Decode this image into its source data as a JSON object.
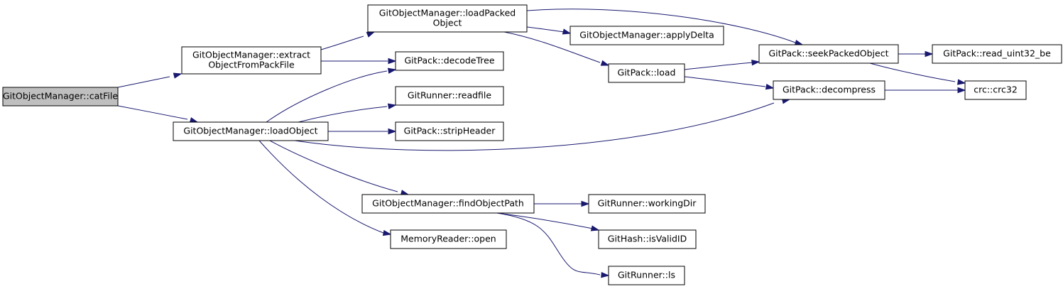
{
  "diagram": {
    "nodes": [
      {
        "id": "catFile",
        "name": "node-catfile",
        "lines": [
          "GitObjectManager::catFile"
        ],
        "root": true
      },
      {
        "id": "extract",
        "name": "node-extract-object-from-pack-file",
        "lines": [
          "GitObjectManager::extract",
          "ObjectFromPackFile"
        ]
      },
      {
        "id": "loadObject",
        "name": "node-load-object",
        "lines": [
          "GitObjectManager::loadObject"
        ]
      },
      {
        "id": "loadPacked",
        "name": "node-load-packed-object",
        "lines": [
          "GitObjectManager::loadPacked",
          "Object"
        ]
      },
      {
        "id": "decodeTree",
        "name": "node-decode-tree",
        "lines": [
          "GitPack::decodeTree"
        ]
      },
      {
        "id": "readfile",
        "name": "node-readfile",
        "lines": [
          "GitRunner::readfile"
        ]
      },
      {
        "id": "stripHeader",
        "name": "node-strip-header",
        "lines": [
          "GitPack::stripHeader"
        ]
      },
      {
        "id": "findObjectPath",
        "name": "node-find-object-path",
        "lines": [
          "GitObjectManager::findObjectPath"
        ]
      },
      {
        "id": "open",
        "name": "node-memory-reader-open",
        "lines": [
          "MemoryReader::open"
        ]
      },
      {
        "id": "applyDelta",
        "name": "node-apply-delta",
        "lines": [
          "GitObjectManager::applyDelta"
        ]
      },
      {
        "id": "load",
        "name": "node-gitpack-load",
        "lines": [
          "GitPack::load"
        ]
      },
      {
        "id": "workingDir",
        "name": "node-working-dir",
        "lines": [
          "GitRunner::workingDir"
        ]
      },
      {
        "id": "isValidID",
        "name": "node-is-valid-id",
        "lines": [
          "GitHash::isValidID"
        ]
      },
      {
        "id": "ls",
        "name": "node-gitrunner-ls",
        "lines": [
          "GitRunner::ls"
        ]
      },
      {
        "id": "seekPacked",
        "name": "node-seek-packed-object",
        "lines": [
          "GitPack::seekPackedObject"
        ]
      },
      {
        "id": "decompress",
        "name": "node-decompress",
        "lines": [
          "GitPack::decompress"
        ]
      },
      {
        "id": "readUint32",
        "name": "node-read-uint32-be",
        "lines": [
          "GitPack::read_uint32_be"
        ]
      },
      {
        "id": "crc32",
        "name": "node-crc32",
        "lines": [
          "crc::crc32"
        ]
      }
    ],
    "edges": [
      {
        "from": "catFile",
        "to": "extract"
      },
      {
        "from": "catFile",
        "to": "loadObject"
      },
      {
        "from": "extract",
        "to": "loadPacked"
      },
      {
        "from": "extract",
        "to": "decodeTree"
      },
      {
        "from": "loadObject",
        "to": "decodeTree"
      },
      {
        "from": "loadObject",
        "to": "readfile"
      },
      {
        "from": "loadObject",
        "to": "stripHeader"
      },
      {
        "from": "loadObject",
        "to": "decompress"
      },
      {
        "from": "loadObject",
        "to": "findObjectPath"
      },
      {
        "from": "loadObject",
        "to": "open"
      },
      {
        "from": "loadPacked",
        "to": "seekPacked"
      },
      {
        "from": "loadPacked",
        "to": "applyDelta"
      },
      {
        "from": "loadPacked",
        "to": "load"
      },
      {
        "from": "load",
        "to": "seekPacked"
      },
      {
        "from": "load",
        "to": "decompress"
      },
      {
        "from": "seekPacked",
        "to": "readUint32"
      },
      {
        "from": "seekPacked",
        "to": "crc32"
      },
      {
        "from": "decompress",
        "to": "crc32"
      },
      {
        "from": "findObjectPath",
        "to": "workingDir"
      },
      {
        "from": "findObjectPath",
        "to": "isValidID"
      },
      {
        "from": "findObjectPath",
        "to": "ls"
      }
    ],
    "colors": {
      "edge": "#191970",
      "root_fill": "#bfbfbf",
      "node_fill": "#ffffff",
      "node_border": "#000000"
    }
  }
}
